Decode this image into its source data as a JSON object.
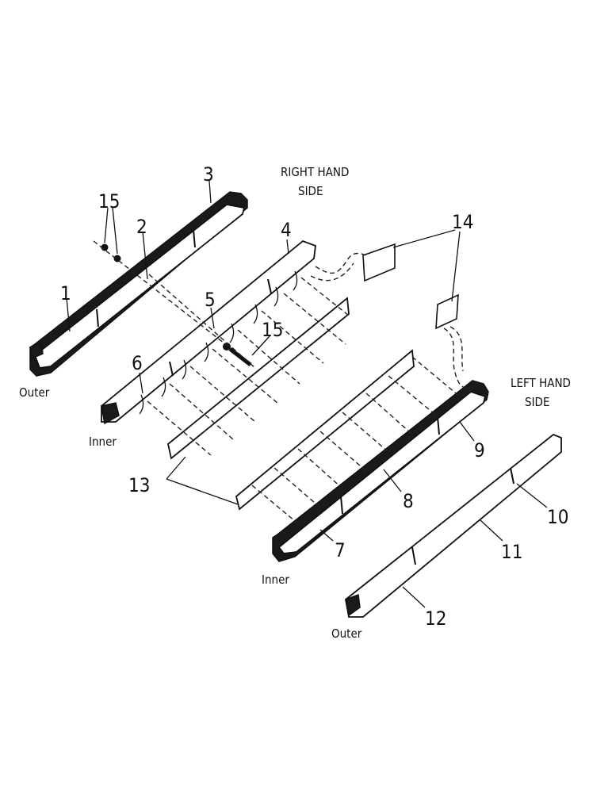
{
  "diagram": {
    "side_labels": {
      "right_line1": "RIGHT HAND",
      "right_line2": "SIDE",
      "left_line1": "LEFT HAND",
      "left_line2": "SIDE"
    },
    "position_labels": {
      "outer_top": "Outer",
      "inner_top": "Inner",
      "inner_bottom": "Inner",
      "outer_bottom": "Outer"
    },
    "callouts": {
      "c1": "1",
      "c2": "2",
      "c3": "3",
      "c4": "4",
      "c5": "5",
      "c6": "6",
      "c7": "7",
      "c8": "8",
      "c9": "9",
      "c10": "10",
      "c11": "11",
      "c12": "12",
      "c13": "13",
      "c14": "14",
      "c15a": "15",
      "c15b": "15"
    }
  }
}
